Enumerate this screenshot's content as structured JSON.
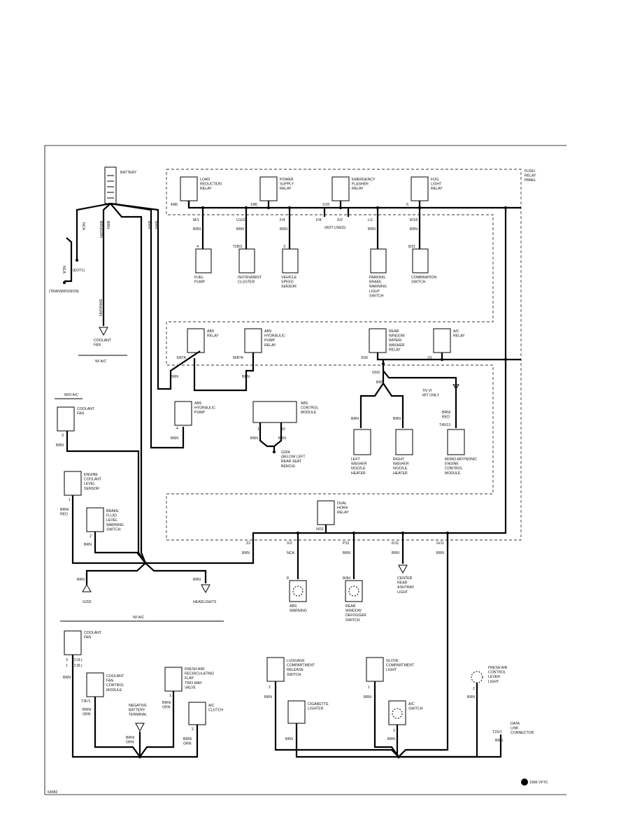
{
  "battery": "BATTERY",
  "relay_panel": [
    "FUSE/",
    "RELAY",
    "PANEL"
  ],
  "components": {
    "load_reduction_relay": [
      "LOAD",
      "REDUCTION",
      "RELAY"
    ],
    "power_supply_relay": [
      "POWER",
      "SUPPLY",
      "RELAY"
    ],
    "emergency_flasher_relay": [
      "EMERGENCY",
      "FLASHER",
      "RELAY"
    ],
    "fog_light_relay": [
      "FOG",
      "LIGHT",
      "RELAY"
    ],
    "fuel_pump": [
      "FUEL",
      "PUMP"
    ],
    "instrument_cluster": [
      "INSTRUMENT",
      "CLUSTER"
    ],
    "vehicle_speed_sensor": [
      "VEHICLE",
      "SPEED",
      "SENSOR"
    ],
    "parking_brake_switch": [
      "PARKING",
      "BRAKE",
      "WARNING",
      "LIGHT",
      "SWITCH"
    ],
    "combination_switch": [
      "COMBINATION",
      "SWITCH"
    ],
    "abs_relay": [
      "ABS",
      "RELAY"
    ],
    "abs_hydraulic_pump_relay": [
      "ABS",
      "HYDRAULIC",
      "PUMP",
      "RELAY"
    ],
    "rear_wiper_relay": [
      "REAR",
      "WINDOW",
      "WIPER/",
      "WASHER",
      "RELAY"
    ],
    "ac_relay": [
      "A/C",
      "RELAY"
    ],
    "abs_hydraulic_pump": [
      "ABS",
      "HYDRAULIC",
      "PUMP"
    ],
    "abs_control_module": [
      "ABS",
      "CONTROL",
      "MODULE"
    ],
    "left_nozzle_heater": [
      "LEFT",
      "WASHER",
      "NOZZLE",
      "HEATER"
    ],
    "right_nozzle_heater": [
      "RIGHT",
      "WASHER",
      "NOZZLE",
      "HEATER"
    ],
    "engine_control_module": [
      "MONO-MOTRONIC",
      "ENGINE",
      "CONTROL",
      "MODULE"
    ],
    "coolant_fan_a": [
      "COOLANT",
      "FAN"
    ],
    "coolant_level_sensor": [
      "ENGINE",
      "COOLANT",
      "LEVEL",
      "SENSOR"
    ],
    "brake_fluid_switch": [
      "BRAKE",
      "FLUID",
      "LEVEL",
      "WARNING",
      "SWITCH"
    ],
    "dual_horn_relay": [
      "DUAL",
      "HORN",
      "RELAY"
    ],
    "abs_warning": [
      "ABS",
      "WARNING"
    ],
    "rear_defogger_switch": [
      "REAR",
      "WINDOW",
      "DEFOGGER",
      "SWITCH"
    ],
    "center_ashtray_light": [
      "CENTER",
      "REAR",
      "ASHTRAY",
      "LIGHT"
    ],
    "coolant_fan_b": [
      "COOLANT",
      "FAN"
    ],
    "coolant_fan_control_module": [
      "COOLANT",
      "FAN",
      "CONTROL",
      "MODULE"
    ],
    "fresh_air_flap_valve": [
      "FRESH AIR/",
      "RECIRCULATING",
      "FLAP",
      "TWO-WAY",
      "VALVE"
    ],
    "negative_terminal": [
      "NEGATIVE",
      "BATTERY",
      "TERMINAL"
    ],
    "ac_clutch": [
      "A/C",
      "CLUTCH"
    ],
    "luggage_release_switch": [
      "LUGGAGE",
      "COMPARTMENT",
      "RELEASE",
      "SWITCH"
    ],
    "cigarette_lighter": [
      "CIGARETTE",
      "LIGHTER"
    ],
    "glove_light": [
      "GLOVE",
      "COMPARTMENT",
      "LIGHT"
    ],
    "ac_switch": [
      "A/C",
      "SWITCH"
    ],
    "fresh_air_lever_light": [
      "FRESH AIR",
      "CONTROL",
      "LEVER",
      "LIGHT"
    ],
    "data_link_connector": [
      "DATA",
      "LINK",
      "CONNECTOR"
    ]
  },
  "grounds": {
    "eot1": "(EOT1)",
    "transmission": "(TRANSMISSION)",
    "g304": [
      "G304",
      "(BELOW LEFT",
      "REAR SEAT",
      "BENCH)"
    ],
    "g202": "G202",
    "headlights": "HEADLIGHTS",
    "coolant_fan_d": [
      "COOLANT",
      "FAN"
    ]
  },
  "notes": {
    "w_ac_top": "W/ A/C",
    "wo_ac": "W/O A/C",
    "w_ac_bottom": "W/ A/C",
    "not_used": "(NOT USED)",
    "mono_motronic_only": [
      "TN VI",
      "MIT ONLY"
    ],
    "eng_20": "(2.0L)",
    "eng_28": "(2.8L)"
  },
  "pins": {
    "p_4_86": "4/86",
    "p_1_86": "1/86",
    "p_1_33": "1/33",
    "p_5": "5",
    "m1": "M/1",
    "u110": "U1/10",
    "f4": "F/4",
    "f8": "F/8",
    "x2": "X/2",
    "l1": "L/1",
    "r18": "R/18",
    "p4": "4",
    "t28_3": "T28/3",
    "p3": "3",
    "p8_31": "8/31",
    "s_87a": "5/87A",
    "m_87a": "M/87A",
    "p3_30": "3/30",
    "p7_1": "7/1",
    "g5": "G5/5",
    "p4b": "4",
    "p1": "1",
    "p19": "19",
    "t45_13": "T45/13",
    "p3c": "3",
    "p1b": "1",
    "p2": "2",
    "n31": "N/31",
    "z2": "Z2",
    "x2b": "X/2",
    "p15": "P15",
    "k11": "K/11",
    "g11": "G/11",
    "p8": "8",
    "p8_4h": "8/4H",
    "p3d": "3",
    "p1c": "1",
    "t3f1": "T3F/1",
    "p1d": "1",
    "p2b": "2",
    "p1e": "1",
    "p3e": "3",
    "p2c": "2",
    "t2x1": "T2X/1"
  },
  "wires": {
    "brn": "BRN",
    "nca": "NCA",
    "brn_grn": "BRN/GRN",
    "brn_red": [
      "BRN/",
      "RED"
    ],
    "brn_grn2": [
      "BRN/",
      "GRN"
    ]
  },
  "footer": {
    "copyright": "1996 VFTC",
    "figure_id": "64982"
  }
}
